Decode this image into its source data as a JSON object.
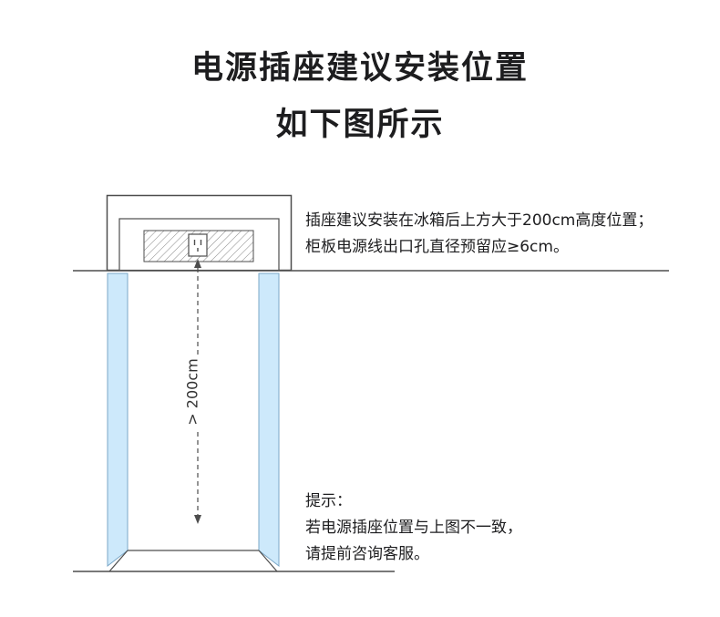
{
  "page": {
    "title_line1": "电源插座建议安装位置",
    "title_line2": "如下图所示"
  },
  "diagram": {
    "measure_label": "> 200cm"
  },
  "notes": {
    "install_line1": "插座建议安装在冰箱后上方大于200cm高度位置；",
    "install_line2": "柜板电源线出口孔直径预留应≥6cm。",
    "tip_title": "提示：",
    "tip_line1": "若电源插座位置与上图不一致，",
    "tip_line2": "请提前咨询客服。"
  },
  "colors": {
    "panel_blue": "#cde9fb",
    "line_gray": "#4d4d4d",
    "text_dark": "#1d1d1f"
  }
}
